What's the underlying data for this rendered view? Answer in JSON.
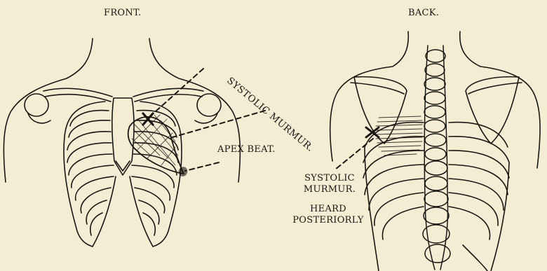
{
  "panels": {
    "front": {
      "title": "FRONT."
    },
    "back": {
      "title": "BACK."
    }
  },
  "labels": {
    "systolic_murmur_front": "SYSTOLIC MURMUR.",
    "apex_beat": "APEX BEAT.",
    "systolic_murmur_back_line1": "SYSTOLIC",
    "systolic_murmur_back_line2": "MURMUR.",
    "heard_line1": "HEARD",
    "heard_line2": "POSTERIORLY"
  }
}
